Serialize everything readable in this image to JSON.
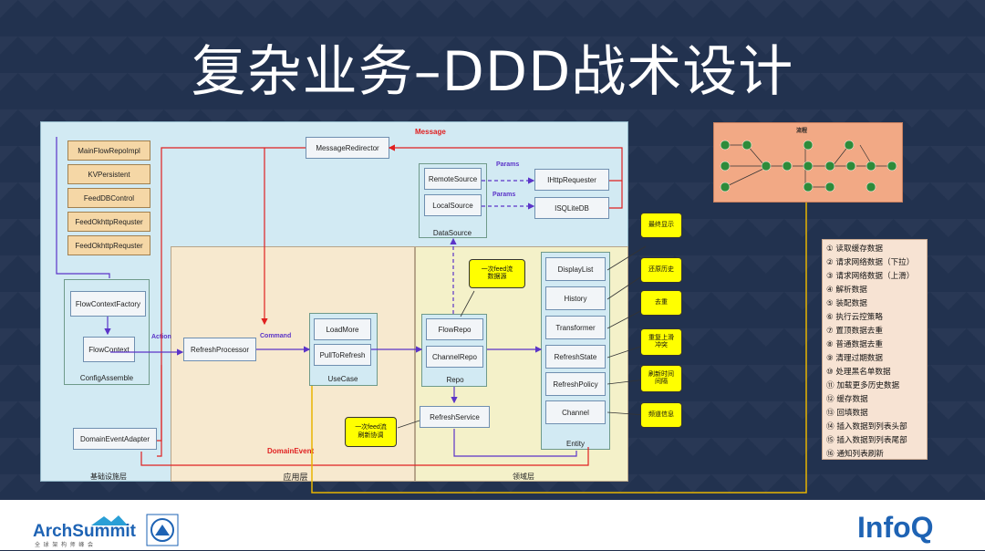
{
  "slide": {
    "title": "复杂业务–DDD战术设计"
  },
  "diagram": {
    "layers": {
      "infra": "基础设施层",
      "app": "应用层",
      "domain": "领域层"
    },
    "arrow_labels": {
      "message": "Message",
      "params1": "Params",
      "params2": "Params",
      "action": "Action",
      "command": "Command",
      "domain_event": "DomainEvent"
    },
    "infra_boxes": [
      "MainFlowRepoImpl",
      "KVPersistent",
      "FeedDBControl",
      "FeedOkhttpRequster",
      "FeedOkhttpRequster"
    ],
    "config_assemble": {
      "label": "ConfigAssemble",
      "factory": "FlowContextFactory",
      "context": "FlowContext"
    },
    "domain_event_adapter": "DomainEventAdapter",
    "message_redirector": "MessageRedirector",
    "datasource": {
      "label": "DataSource",
      "remote": "RemoteSource",
      "local": "LocalSource"
    },
    "ihttp": "IHttpRequester",
    "isqlite": "ISQLiteDB",
    "refresh_processor": "RefreshProcessor",
    "usecase": {
      "label": "UseCase",
      "loadmore": "LoadMore",
      "pull": "PullToRefresh"
    },
    "repo": {
      "label": "Repo",
      "flow": "FlowRepo",
      "channel": "ChannelRepo"
    },
    "refresh_service": "RefreshService",
    "entity": {
      "label": "Entity",
      "items": [
        "DisplayList",
        "History",
        "Transformer",
        "RefreshState",
        "RefreshPolicy",
        "Channel"
      ]
    },
    "notes": {
      "flow_source": "一次feed流\n数据源",
      "refresh_coord": "一次feed流\n刷新协调",
      "final_display": "最终显示",
      "restore_history": "还原历史",
      "dedup": "去重",
      "conflict": "重复上滑\n冲突",
      "interval": "刷新时间\n间隔",
      "channel_info": "频道信息"
    }
  },
  "flow_thumbnail": {
    "title": "流程",
    "nodes": [
      "1",
      "2",
      "3",
      "4",
      "5",
      "6",
      "7",
      "8",
      "9",
      "10",
      "11",
      "12",
      "13",
      "14",
      "15",
      "16"
    ]
  },
  "legend": {
    "items": [
      "① 读取缓存数据",
      "② 请求网络数据（下拉）",
      "③ 请求网络数据（上滑）",
      "④ 解析数据",
      "⑤ 装配数据",
      "⑥ 执行云控策略",
      "⑦ 置顶数据去重",
      "⑧ 普通数据去重",
      "⑨ 清理过期数据",
      "⑩ 处理黑名单数据",
      "⑪ 加载更多历史数据",
      "⑫ 缓存数据",
      "⑬ 回填数据",
      "⑭ 插入数据到列表头部",
      "⑮ 插入数据到列表尾部",
      "⑯ 通知列表刷新"
    ]
  },
  "footer": {
    "brand_left": "ArchSummit",
    "brand_left_sub": "全 球 架 构 师 峰 会",
    "brand_right": "InfoQ"
  }
}
